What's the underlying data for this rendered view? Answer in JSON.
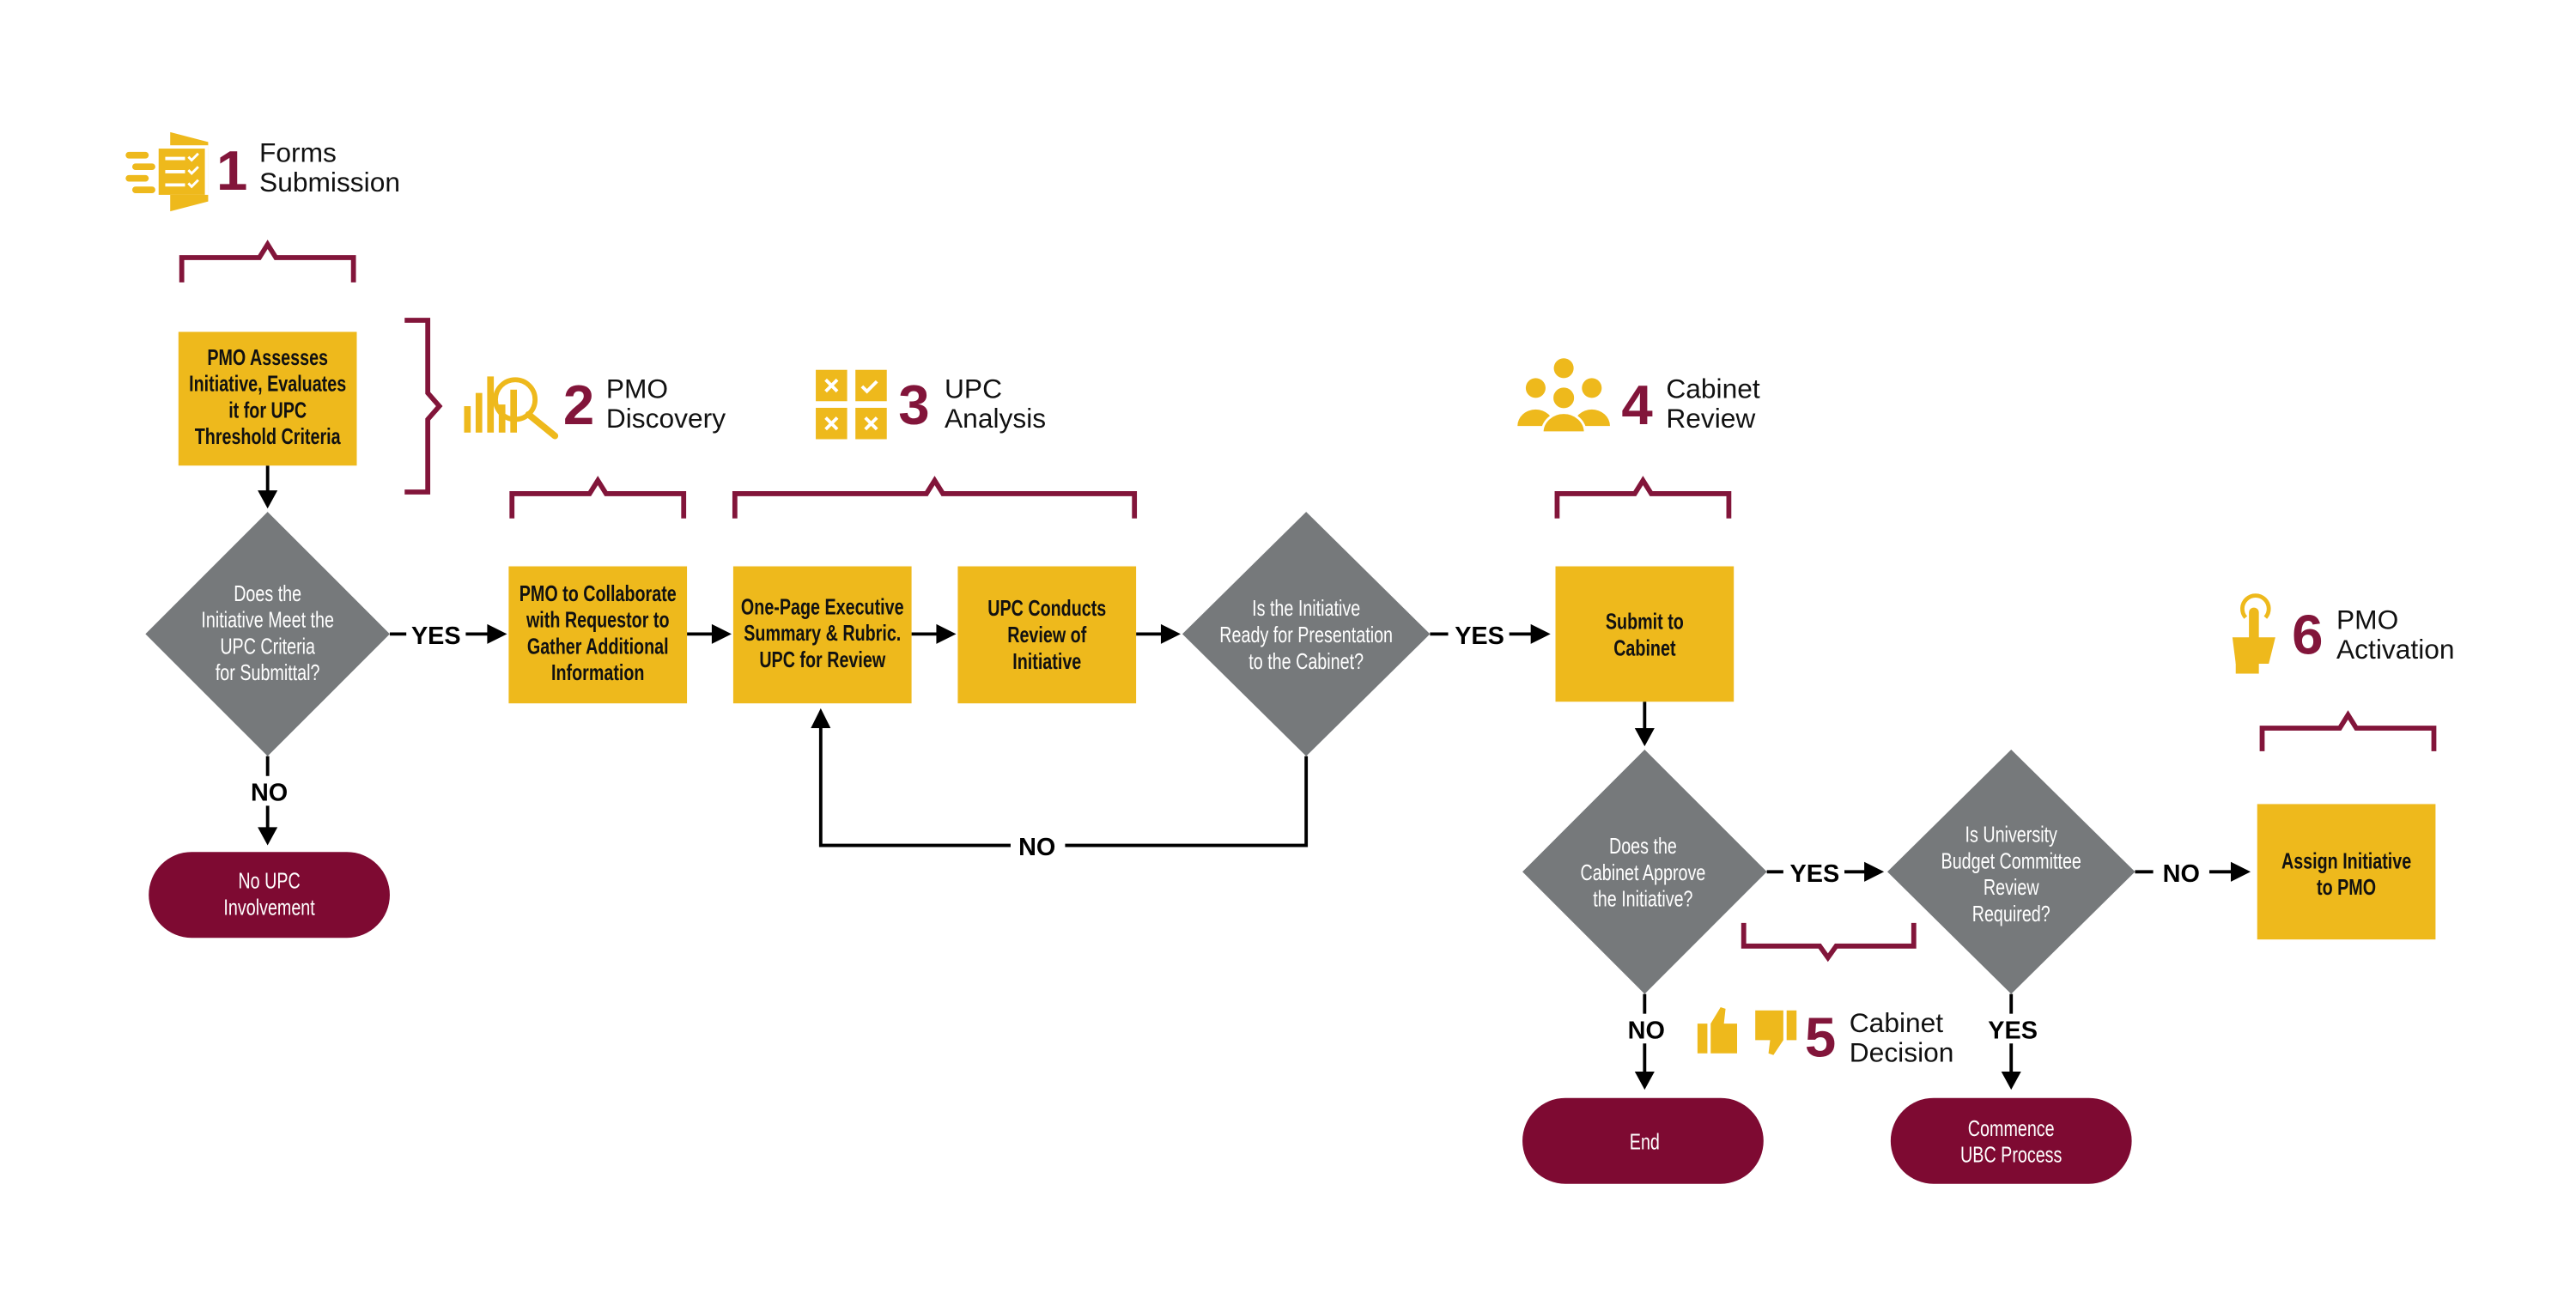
{
  "colors": {
    "gold": "#EEB91C",
    "maroon": "#7E0A32",
    "gray": "#76797B",
    "bracket": "#82153A"
  },
  "stages": [
    {
      "num": "1",
      "line1": "Forms",
      "line2": "Submission",
      "icon": "tablet-checklist-icon"
    },
    {
      "num": "2",
      "line1": "PMO",
      "line2": "Discovery",
      "icon": "magnifier-chart-icon"
    },
    {
      "num": "3",
      "line1": "UPC",
      "line2": "Analysis",
      "icon": "grid-checks-icon"
    },
    {
      "num": "4",
      "line1": "Cabinet",
      "line2": "Review",
      "icon": "group-people-icon"
    },
    {
      "num": "5",
      "line1": "Cabinet",
      "line2": "Decision",
      "icon": "thumbs-up-down-icon"
    },
    {
      "num": "6",
      "line1": "PMO",
      "line2": "Activation",
      "icon": "pointing-hand-icon"
    }
  ],
  "nodes": {
    "pmo_assesses": [
      "PMO Assesses",
      "Initiative, Evaluates",
      "it for UPC",
      "Threshold Criteria"
    ],
    "meet_criteria": [
      "Does the",
      "Initiative Meet the",
      "UPC Criteria",
      "for Submittal?"
    ],
    "no_upc": [
      "No UPC",
      "Involvement"
    ],
    "collaborate": [
      "PMO to Collaborate",
      "with Requestor to",
      "Gather Additional",
      "Information"
    ],
    "summary": [
      "One-Page Executive",
      "Summary & Rubric.",
      "UPC for Review"
    ],
    "upc_review": [
      "UPC Conducts",
      "Review of",
      "Initiative"
    ],
    "ready": [
      "Is the Initiative",
      "Ready for Presentation",
      "to the Cabinet?"
    ],
    "submit": [
      "Submit to",
      "Cabinet"
    ],
    "approve": [
      "Does the",
      "Cabinet Approve",
      "the Initiative?"
    ],
    "ubc_required": [
      "Is University",
      "Budget Committee",
      "Review",
      "Required?"
    ],
    "assign": [
      "Assign Initiative",
      "to PMO"
    ],
    "end": [
      "End"
    ],
    "commence": [
      "Commence",
      "UBC Process"
    ]
  },
  "labels": {
    "yes": "YES",
    "no": "NO"
  }
}
